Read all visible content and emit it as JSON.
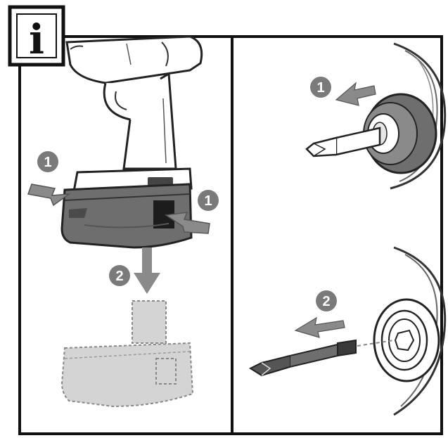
{
  "info_badge": {
    "letter": "i",
    "icon": "info-icon"
  },
  "left_panel": {
    "steps": {
      "press_left": "1",
      "press_right": "1",
      "remove_battery": "2"
    }
  },
  "right_panel": {
    "steps": {
      "pull_sleeve": "1",
      "remove_bit": "2"
    }
  },
  "colors": {
    "ink": "#1a1a1a",
    "badge": "#777777",
    "tool_gray": "#6e6e6e",
    "ghost": "#cfcfcf"
  }
}
